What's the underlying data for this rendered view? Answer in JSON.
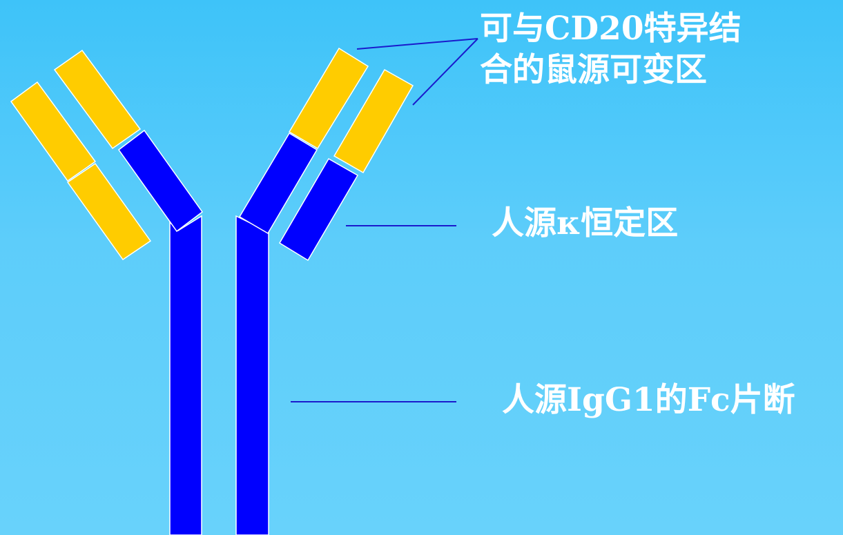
{
  "colors": {
    "background_top": "#3ec3f9",
    "background_bottom": "#68d2fb",
    "variable_region": "#ffcc00",
    "constant_region": "#0000ff",
    "leader_line": "#1a1acc",
    "label_text": "#ffffff"
  },
  "labels": {
    "variable_region_line1": "可与CD20特异结",
    "variable_region_line2": "合的鼠源可变区",
    "kappa_constant": "人源κ恒定区",
    "fc_fragment": "人源IgG1的Fc片断"
  }
}
